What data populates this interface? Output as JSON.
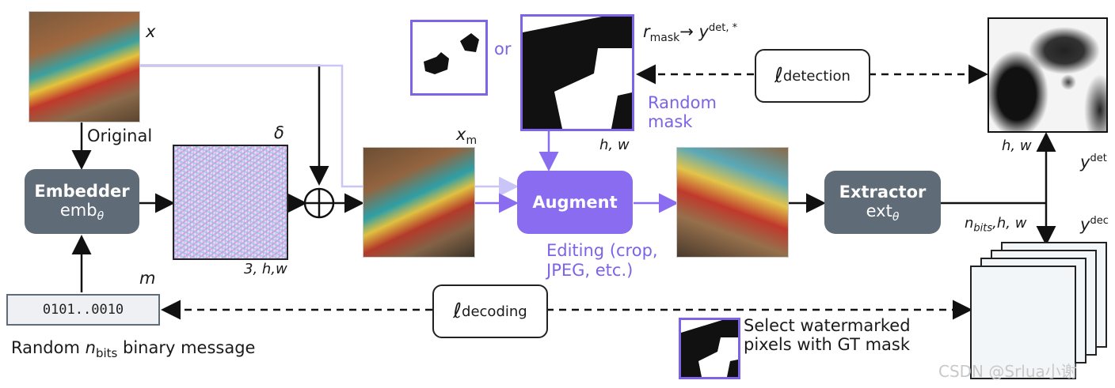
{
  "labels": {
    "x": "x",
    "original": "Original",
    "delta": "δ",
    "dims_3hw": "3, h,w",
    "m": "m",
    "message_value": "0101..0010",
    "random_msg_pre": "Random ",
    "random_msg_n": "n",
    "random_msg_sub": "bits",
    "random_msg_post": " binary message",
    "xm": "x",
    "xm_sub": "m",
    "or": "or",
    "rmask": "r",
    "rmask_sub": "mask",
    "rmask_arrow": "→ y",
    "rmask_sup": "det, *",
    "random_mask_1": "Random",
    "random_mask_2": "mask",
    "hw_mask": "h, w",
    "hw_det": "h, w",
    "editing_1": "Editing (crop,",
    "editing_2": "JPEG, etc.)",
    "nbits": "n",
    "nbits_sub": "bits",
    "nbits_post": ",h, w",
    "ydet": "y",
    "ydet_sup": "det",
    "ydec": "y",
    "ydec_sup": "dec",
    "select_1": "Select watermarked",
    "select_2": "pixels with GT mask",
    "watermark": "CSDN @Srlua小谢"
  },
  "embedder": {
    "title": "Embedder",
    "sub": "emb",
    "sub_script": "θ"
  },
  "extractor": {
    "title": "Extractor",
    "sub": "ext",
    "sub_script": "θ"
  },
  "augment": {
    "title": "Augment"
  },
  "loss_detection": {
    "symbol": "ℓ",
    "sub": "detection"
  },
  "loss_decoding": {
    "symbol": "ℓ",
    "sub": "decoding"
  },
  "colors": {
    "purple": "#7d63e6",
    "box": "#5f6b76",
    "augment": "#8a6cf0"
  }
}
